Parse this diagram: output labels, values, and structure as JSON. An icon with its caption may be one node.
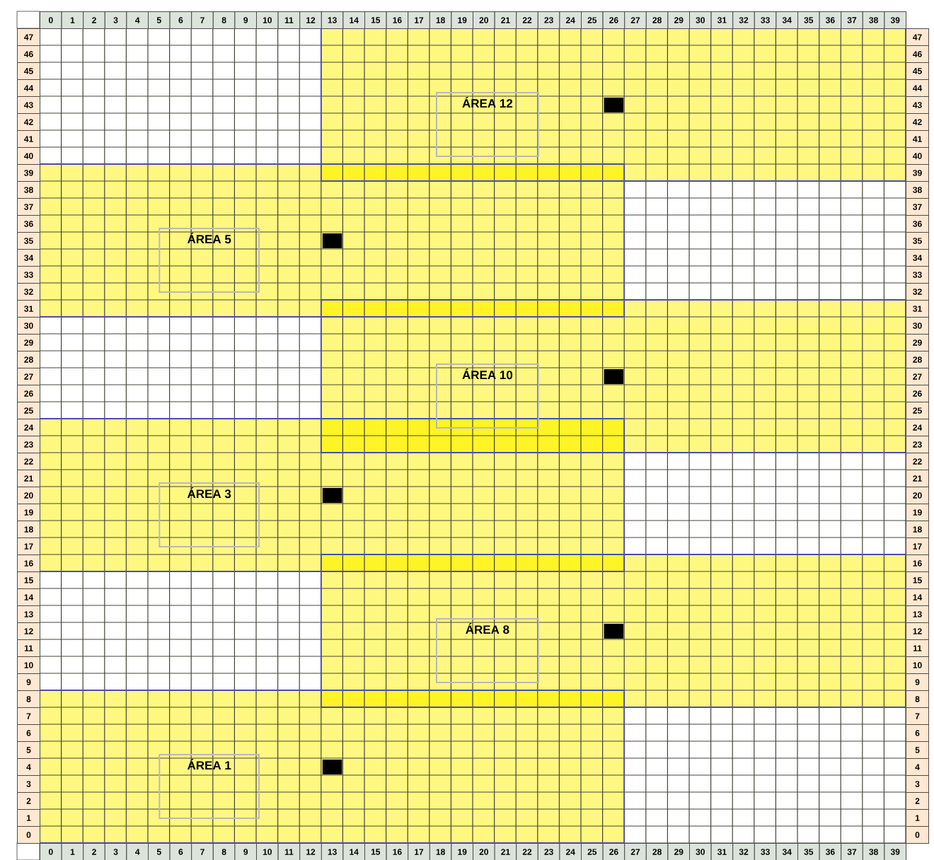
{
  "diagram": {
    "nodes": [
      {
        "text": [
          "ÁREA 12"
        ]
      },
      {
        "text": [
          "ÁREA 5"
        ]
      },
      {
        "text": [
          "ÁREA 10"
        ]
      },
      {
        "text": [
          "ÁREA 3"
        ]
      },
      {
        "text": [
          "ÁREA 8"
        ]
      },
      {
        "text": [
          "ÁREA 1"
        ]
      }
    ],
    "labels": [
      "0",
      "1",
      "2",
      "3",
      "4",
      "5",
      "6",
      "7",
      "8",
      "9",
      "10",
      "11",
      "12",
      "13",
      "14",
      "15",
      "16",
      "17",
      "18",
      "19",
      "20",
      "21",
      "22",
      "23",
      "24",
      "25",
      "26",
      "27",
      "28",
      "29",
      "30",
      "31",
      "32",
      "33",
      "34",
      "35",
      "36",
      "37",
      "38",
      "39",
      "47",
      "47",
      "46",
      "46",
      "45",
      "45",
      "44",
      "44",
      "43",
      "43",
      "42",
      "42",
      "41",
      "41",
      "40",
      "40",
      "39",
      "39",
      "38",
      "38",
      "37",
      "37",
      "36",
      "36",
      "35",
      "35",
      "34",
      "34",
      "33",
      "33",
      "32",
      "32",
      "31",
      "31",
      "30",
      "30",
      "29",
      "29",
      "28",
      "28",
      "27",
      "27",
      "26",
      "26",
      "25",
      "25",
      "24",
      "24",
      "23",
      "23",
      "22",
      "22",
      "21",
      "21",
      "20",
      "20",
      "19",
      "19",
      "18",
      "18",
      "17",
      "17",
      "16",
      "16",
      "15",
      "15",
      "14",
      "14",
      "13",
      "13",
      "12",
      "12",
      "11",
      "11",
      "10",
      "10",
      "9",
      "9",
      "8",
      "8",
      "7",
      "7",
      "6",
      "6",
      "5",
      "5",
      "4",
      "4",
      "3",
      "3",
      "2",
      "2",
      "1",
      "1",
      "0",
      "0",
      "0",
      "1",
      "2",
      "3",
      "4",
      "5",
      "6",
      "7",
      "8",
      "9",
      "10",
      "11",
      "12",
      "13",
      "14",
      "15",
      "16",
      "17",
      "18",
      "19",
      "20",
      "21",
      "22",
      "23",
      "24",
      "25",
      "26",
      "27",
      "28",
      "29",
      "30",
      "31",
      "32",
      "33",
      "34",
      "35",
      "36",
      "37",
      "38",
      "39"
    ]
  }
}
